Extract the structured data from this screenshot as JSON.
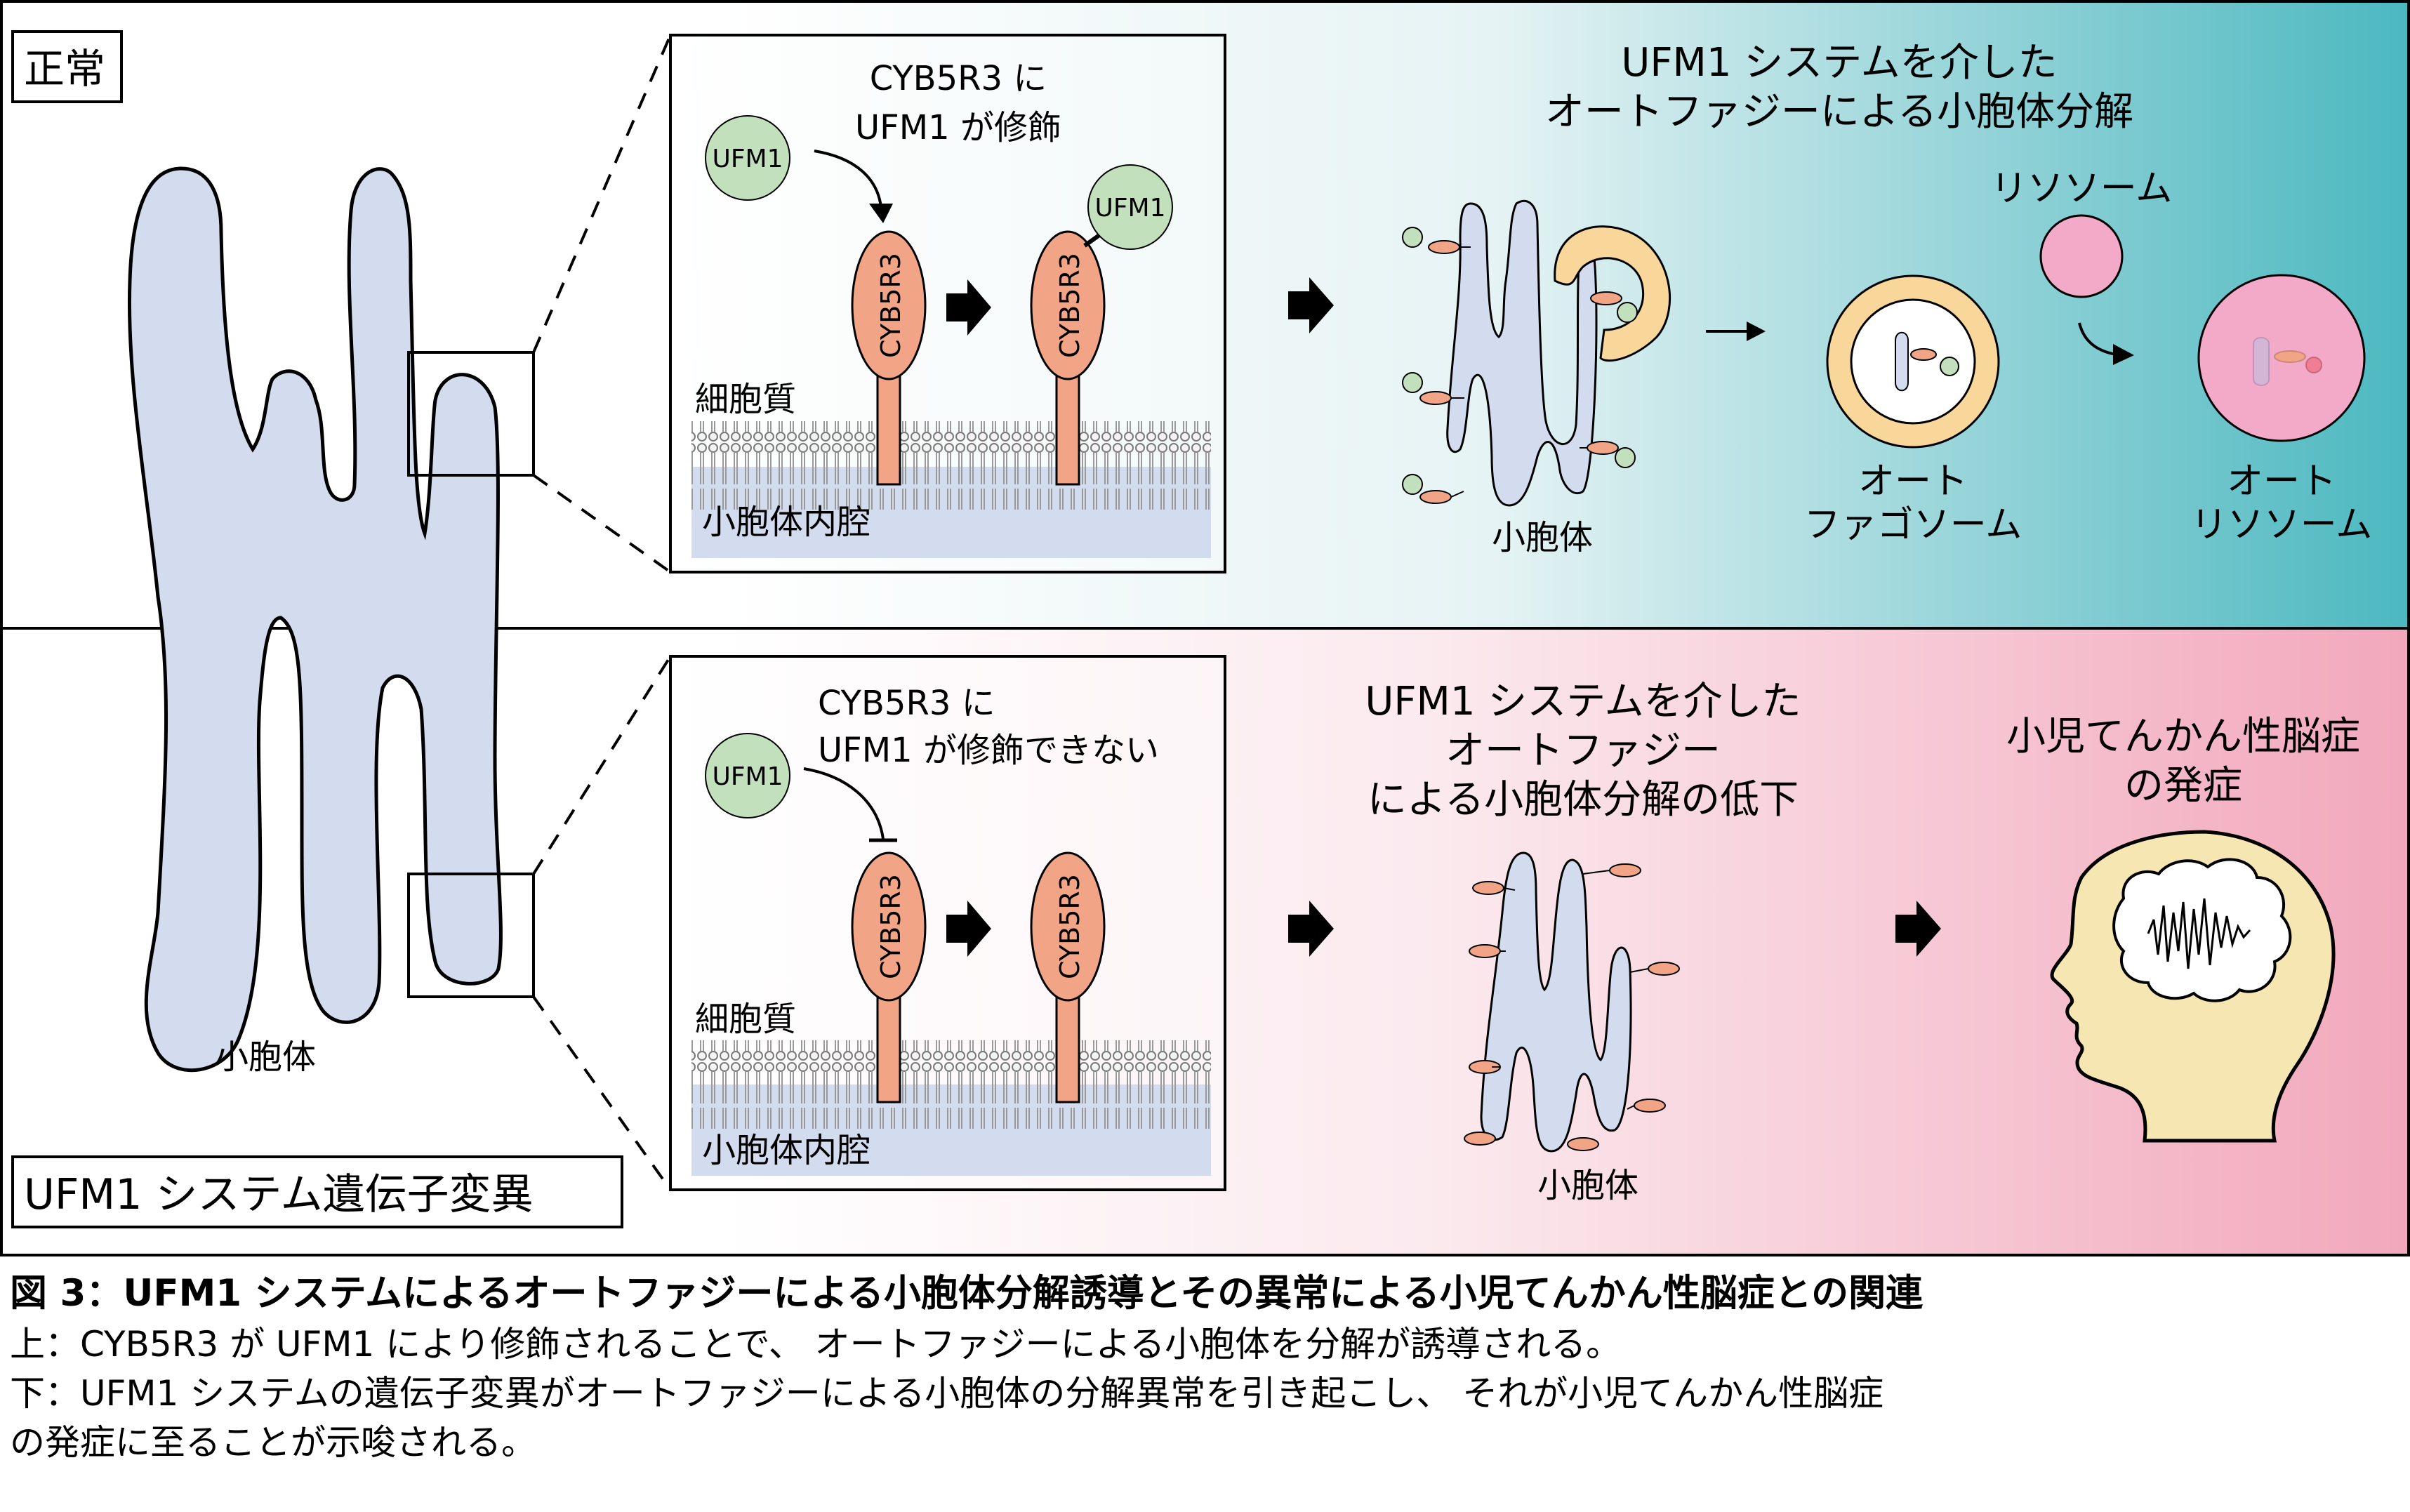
{
  "panels": {
    "normal": {
      "label": "正常",
      "zoom": {
        "ufm1": "UFM1",
        "annotation_line1": "CYB5R3 に",
        "annotation_line2": "UFM1 が修飾",
        "cyb5r3": "CYB5R3",
        "cytoplasm": "細胞質",
        "lumen": "小胞体内腔"
      },
      "pathway": {
        "title_line1": "UFM1 システムを介した",
        "title_line2": "オートファジーによる小胞体分解",
        "er_label": "小胞体",
        "lysosome_label": "リソソーム",
        "autophagosome_line1": "オート",
        "autophagosome_line2": "ファゴソーム",
        "autolysosome_line1": "オート",
        "autolysosome_line2": "リソソーム"
      }
    },
    "mutant": {
      "label": "UFM1 システム遺伝子変異",
      "er_label": "小胞体",
      "zoom": {
        "ufm1": "UFM1",
        "annotation_line1": "CYB5R3 に",
        "annotation_line2": "UFM1 が修飾できない",
        "cyb5r3": "CYB5R3",
        "cytoplasm": "細胞質",
        "lumen": "小胞体内腔"
      },
      "pathway": {
        "title_line1": "UFM1 システムを介した",
        "title_line2": "オートファジー",
        "title_line3": "による小胞体分解の低下",
        "er_label": "小胞体",
        "outcome_line1": "小児てんかん性脳症",
        "outcome_line2": "の発症"
      }
    }
  },
  "caption": {
    "title": "図 3：UFM1 システムによるオートファジーによる小胞体分解誘導とその異常による小児てんかん性脳症との関連",
    "top": "上：CYB5R3 が UFM1 により修飾されることで、 オートファジーによる小胞体を分解が誘導される。",
    "bottom": "下：UFM1 システムの遺伝子変異がオートファジーによる小胞体の分解異常を引き起こし、 それが小児てんかん性脳症",
    "bottom_cont": "の発症に至ることが示唆される。"
  },
  "colors": {
    "er_fill": "#d3dbee",
    "ufm1_fill": "#c3e0bd",
    "cyb5r3_fill": "#f2a486",
    "lysosome_fill": "#f3a9c8",
    "autophagosome_ring": "#f9d69a",
    "head_fill": "#f5e6b2",
    "teal": "#4bb7bf",
    "pink": "#f2a6bb"
  }
}
